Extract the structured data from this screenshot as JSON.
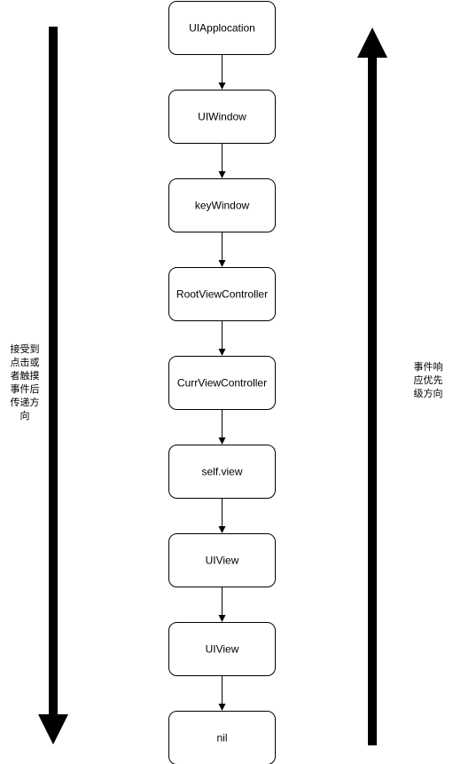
{
  "nodes": [
    {
      "id": "uiapplication",
      "label": "UIApplocation"
    },
    {
      "id": "uiwindow",
      "label": "UIWindow"
    },
    {
      "id": "keywindow",
      "label": "keyWindow"
    },
    {
      "id": "rootviewcontroller",
      "label": "RootViewController"
    },
    {
      "id": "currviewcontroller",
      "label": "CurrViewController"
    },
    {
      "id": "self-view",
      "label": "self.view"
    },
    {
      "id": "uiview-1",
      "label": "UIView"
    },
    {
      "id": "uiview-2",
      "label": "UIView"
    },
    {
      "id": "nil",
      "label": "nil"
    }
  ],
  "edges": [
    {
      "from": "uiapplication",
      "to": "uiwindow"
    },
    {
      "from": "uiwindow",
      "to": "keywindow"
    },
    {
      "from": "keywindow",
      "to": "rootviewcontroller"
    },
    {
      "from": "rootviewcontroller",
      "to": "currviewcontroller"
    },
    {
      "from": "currviewcontroller",
      "to": "self-view"
    },
    {
      "from": "self-view",
      "to": "uiview-1"
    },
    {
      "from": "uiview-1",
      "to": "uiview-2"
    },
    {
      "from": "uiview-2",
      "to": "nil"
    }
  ],
  "left_arrow": {
    "direction": "down",
    "label": "接受到\n点击或\n者触摸\n事件后\n传递方\n向"
  },
  "right_arrow": {
    "direction": "up",
    "label": "事件响\n应优先\n级方向"
  },
  "colors": {
    "stroke": "#000000",
    "fill": "#ffffff"
  }
}
